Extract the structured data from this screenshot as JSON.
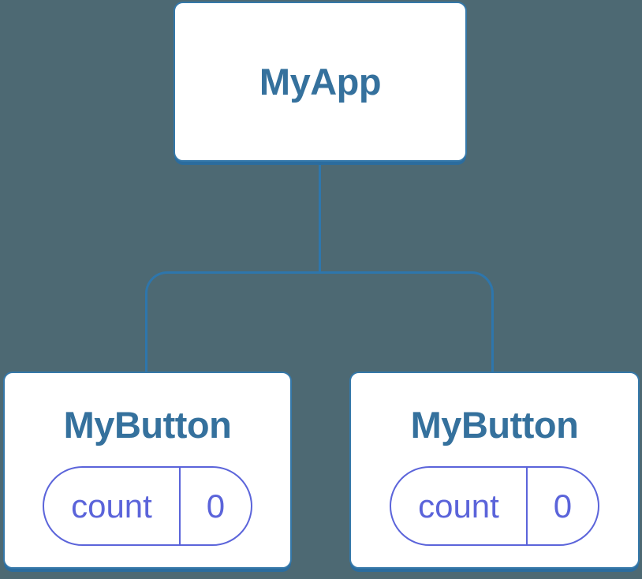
{
  "colors": {
    "background": "#4D6973",
    "connector": "#2E76AC",
    "node_border": "#3578A9",
    "node_shadow": "#2B6C9E",
    "node_fill": "#FFFFFF",
    "title_text": "#35719D",
    "state_accent": "#5B64DA"
  },
  "tree": {
    "root": {
      "label": "MyApp"
    },
    "children": [
      {
        "label": "MyButton",
        "state": {
          "key": "count",
          "value": "0"
        }
      },
      {
        "label": "MyButton",
        "state": {
          "key": "count",
          "value": "0"
        }
      }
    ]
  }
}
